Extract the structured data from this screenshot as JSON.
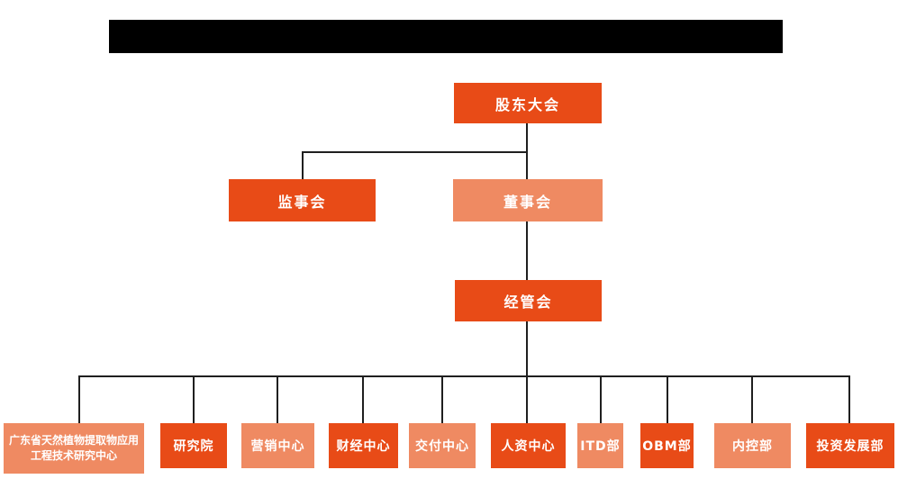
{
  "colors": {
    "primary_orange": "#e84b17",
    "light_orange": "#ef8a62",
    "connector_black": "#1f1f1f",
    "node_text_white": "#ffffff",
    "redacted_bar_black": "#000000"
  },
  "org_chart": {
    "type": "org-chart",
    "level1": {
      "label": "股东大会",
      "variant": "primary"
    },
    "level2": [
      {
        "label": "监事会",
        "variant": "primary"
      },
      {
        "label": "董事会",
        "variant": "light"
      }
    ],
    "level3": {
      "label": "经管会",
      "variant": "primary"
    },
    "departments": [
      {
        "label": "广东省天然植物提取物应用工程技术研究中心",
        "variant": "light"
      },
      {
        "label": "研究院",
        "variant": "primary"
      },
      {
        "label": "营销中心",
        "variant": "light"
      },
      {
        "label": "财经中心",
        "variant": "primary"
      },
      {
        "label": "交付中心",
        "variant": "light"
      },
      {
        "label": "人资中心",
        "variant": "primary"
      },
      {
        "label": "ITD部",
        "variant": "light"
      },
      {
        "label": "OBM部",
        "variant": "primary"
      },
      {
        "label": "内控部",
        "variant": "light"
      },
      {
        "label": "投资发展部",
        "variant": "primary"
      }
    ],
    "hierarchy": {
      "股东大会": [
        "监事会",
        "董事会"
      ],
      "董事会": [
        "经管会"
      ],
      "经管会": [
        "广东省天然植物提取物应用工程技术研究中心",
        "研究院",
        "营销中心",
        "财经中心",
        "交付中心",
        "人资中心",
        "ITD部",
        "OBM部",
        "内控部",
        "投资发展部"
      ]
    }
  }
}
